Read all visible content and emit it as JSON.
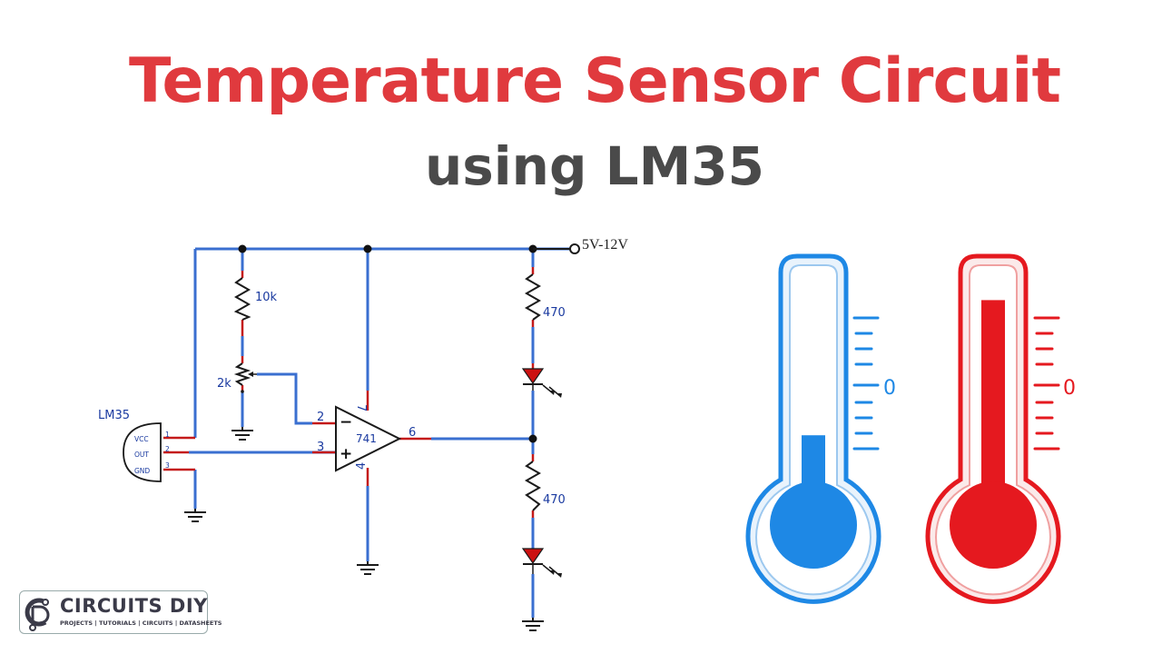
{
  "title": "Temperature Sensor Circuit",
  "subtitle": "using LM35",
  "schematic": {
    "supply_label": "5V-12V",
    "sensor": {
      "name": "LM35",
      "pin_labels": [
        "VCC",
        "OUT",
        "GND"
      ],
      "pin_numbers": [
        "1",
        "2",
        "3"
      ]
    },
    "resistors": [
      "10k",
      "470",
      "470"
    ],
    "potentiometer": "2k",
    "opamp": {
      "name": "741",
      "pins": {
        "inverting": "2",
        "noninverting": "3",
        "output": "6",
        "vplus": "7",
        "vminus": "4"
      },
      "minus_sign": "−",
      "plus_sign": "+"
    }
  },
  "thermometers": [
    {
      "name": "cold",
      "color": "#1e88e5",
      "level": 0.35,
      "scale_label": "0"
    },
    {
      "name": "hot",
      "color": "#e5191f",
      "level": 0.95,
      "scale_label": "0"
    }
  ],
  "logo": {
    "name": "CIRCUITS DIY",
    "tagline": "PROJECTS | TUTORIALS | CIRCUITS | DATASHEETS"
  },
  "colors": {
    "title": "#e03a3e",
    "subtitle": "#4a4a4a",
    "wire": "#3a6fd0",
    "lead": "#c41a1a",
    "cold": "#1e88e5",
    "hot": "#e5191f"
  }
}
